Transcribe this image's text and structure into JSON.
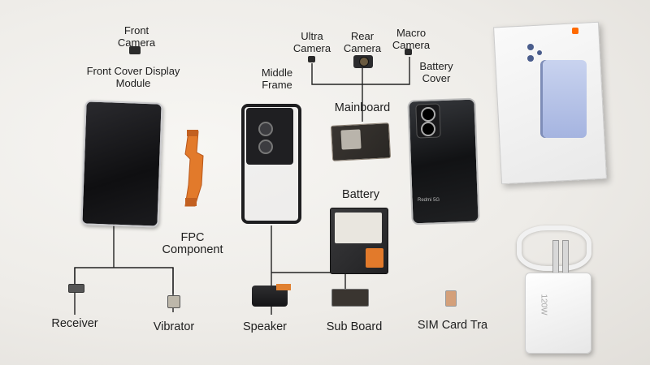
{
  "board": {
    "labels": {
      "front_camera": "Front Camera",
      "front_cover": "Front Cover Display Module",
      "ultra_camera": "Ultra Camera",
      "rear_camera": "Rear Camera",
      "macro_camera": "Macro Camera",
      "middle_frame": "Middle Frame",
      "battery_cover": "Battery Cover",
      "mainboard": "Mainboard",
      "battery": "Battery",
      "fpc": "FPC Component",
      "receiver": "Receiver",
      "vibrator": "Vibrator",
      "speaker": "Speaker",
      "sub_board": "Sub Board",
      "sim_tray": "SIM Card Tra"
    },
    "back_cover_text": "Redmi 5G",
    "charger_text": "120W"
  },
  "colors": {
    "paper": "#f4f3f0",
    "line": "#222222",
    "glass": "#141416",
    "fpc": "#e27a2b",
    "battery": "#2a2a2c"
  }
}
